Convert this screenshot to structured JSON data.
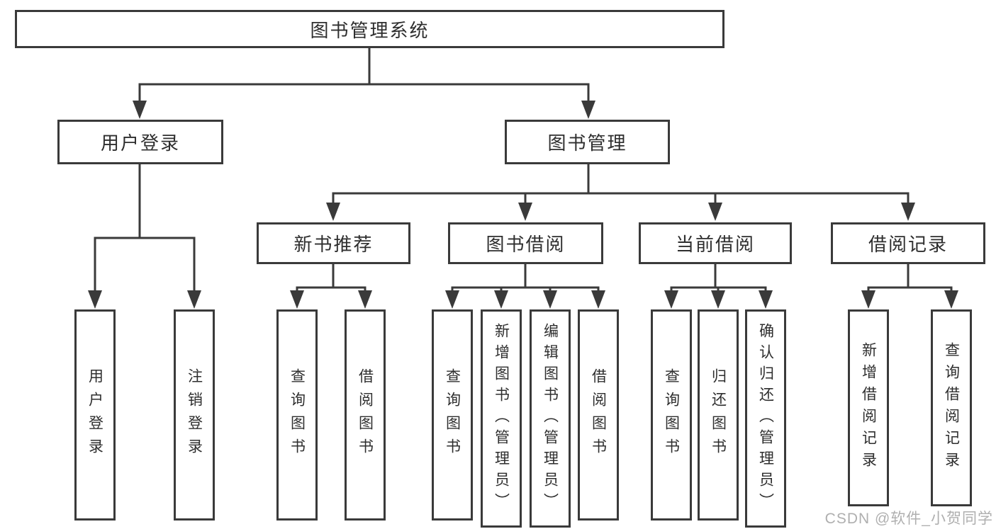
{
  "tree": {
    "root": "图书管理系统",
    "children": [
      {
        "label": "用户登录",
        "children": [
          {
            "label": "用户登录"
          },
          {
            "label": "注销登录"
          }
        ]
      },
      {
        "label": "图书管理",
        "children": [
          {
            "label": "新书推荐",
            "children": [
              {
                "label": "查询图书"
              },
              {
                "label": "借阅图书"
              }
            ]
          },
          {
            "label": "图书借阅",
            "children": [
              {
                "label": "查询图书"
              },
              {
                "label": "新增图书（管理员）"
              },
              {
                "label": "编辑图书（管理员）"
              },
              {
                "label": "借阅图书"
              }
            ]
          },
          {
            "label": "当前借阅",
            "children": [
              {
                "label": "查询图书"
              },
              {
                "label": "归还图书"
              },
              {
                "label": "确认归还（管理员）"
              }
            ]
          },
          {
            "label": "借阅记录",
            "children": [
              {
                "label": "新增借阅记录"
              },
              {
                "label": "查询借阅记录"
              }
            ]
          }
        ]
      }
    ]
  },
  "watermark": {
    "text": "CSDN @软件_小贺同学"
  },
  "colors": {
    "line": "#3a3a3a",
    "text": "#2e2e2e",
    "watermark": "#a8a8a8",
    "background": "#ffffff"
  }
}
